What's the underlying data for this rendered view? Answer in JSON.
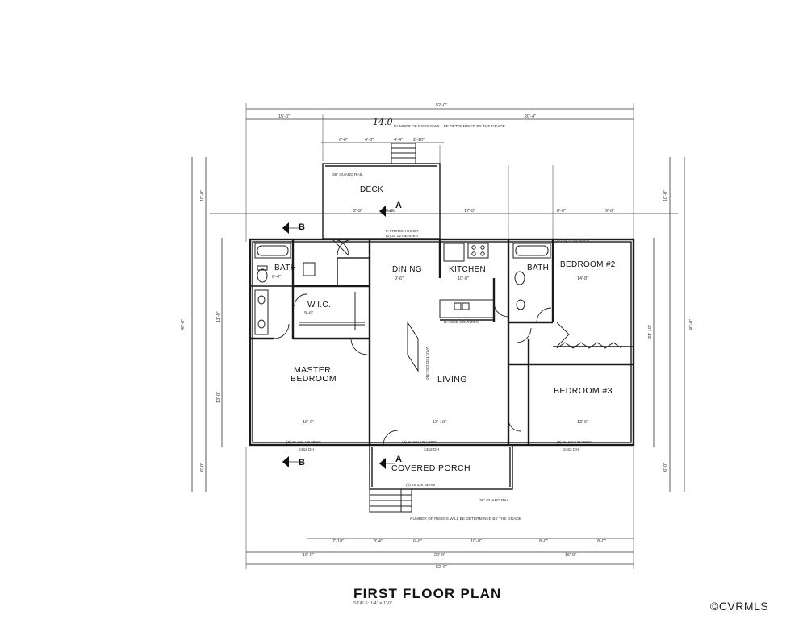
{
  "plan": {
    "title": "FIRST FLOOR PLAN",
    "scale": "SCALE: 1/4\" = 1'-0\"",
    "handwritten_note": "14.0",
    "section_a": "A",
    "section_b": "B"
  },
  "rooms": {
    "deck": "DECK",
    "bath_master": "BATH",
    "dining": "DINING",
    "kitchen": "KITCHEN",
    "bath_2": "BATH",
    "bedroom_2": "BEDROOM #2",
    "wic": "W.I.C.",
    "master_bedroom_line1": "MASTER",
    "master_bedroom_line2": "BEDROOM",
    "living": "LIVING",
    "bedroom_3": "BEDROOM #3",
    "covered_porch": "COVERED PORCH"
  },
  "dimensions": {
    "overall_top": "52'-0\"",
    "overall_bottom": "52'-0\"",
    "top_left": "15'-0\"",
    "top_right": "20'-4\"",
    "deck_a": "4'-8\"",
    "deck_b": "6'-6\"",
    "deck_c": "4'-4\"",
    "deck_d": "2'-10\"",
    "mid_left": "2'-8\"",
    "mid_center": "4'-8\"",
    "mid_right_a": "17'-0\"",
    "mid_right_b": "8'-0\"",
    "mid_right_c": "9'-0\"",
    "bottom_a": "7'-10\"",
    "bottom_b": "3'-4\"",
    "bottom_c": "6'-8\"",
    "bottom_d": "10'-0\"",
    "bottom_e": "8'-0\"",
    "bottom_f": "8'-0\"",
    "bottom_g": "16'-0\"",
    "bottom_h": "20'-0\"",
    "bottom_i": "16'-0\"",
    "left_overall": "40'-0\"",
    "left_a": "10'-0\"",
    "left_b": "11'-0\"",
    "left_c": "13'-0\"",
    "left_d": "6'-0\"",
    "right_overall": "40'-0\"",
    "right_a": "10'-0\"",
    "right_b": "31'-10\"",
    "right_c": "6'-0\"",
    "living_w": "13'-10\"",
    "master_w": "16'-0\"",
    "bed3_w": "13'-6\"",
    "dining_w": "9'-6\"",
    "kitchen_w": "10'-0\"",
    "bed2_w": "14'-8\"",
    "wic_w": "9'-6\"",
    "bath_w": "6'-4\""
  },
  "notes": {
    "risers_top": "NUMBER OF RISERS WILL BE DETERMINED BY THE GRADE",
    "risers_bottom": "NUMBER OF RISERS WILL BE DETERMINED BY THE GRADE",
    "guard_rail_top": "36\" GUARD RAIL",
    "guard_rail_bottom": "36\" GUARD RAIL",
    "french_door": "5' FRENCH DOOR",
    "header_top": "(2) 2x 12 HEADER",
    "header_b2": "(2) 2x 12 HEADER",
    "header_porch": "(2) 2x 12s HEADER",
    "header_porch2": "(2) 2x 12s HEADER",
    "header_master": "(2) 2x 12s HEADER",
    "raised_counter": "RAISED COUNTER",
    "vaulted": "VAULTED CEILING",
    "beam": "(2) 2x 12s BEAM",
    "window_a": "2452 DH",
    "window_b": "2452 DH",
    "window_c": "2452 DH"
  },
  "watermark": {
    "text": "©CVRMLS"
  }
}
